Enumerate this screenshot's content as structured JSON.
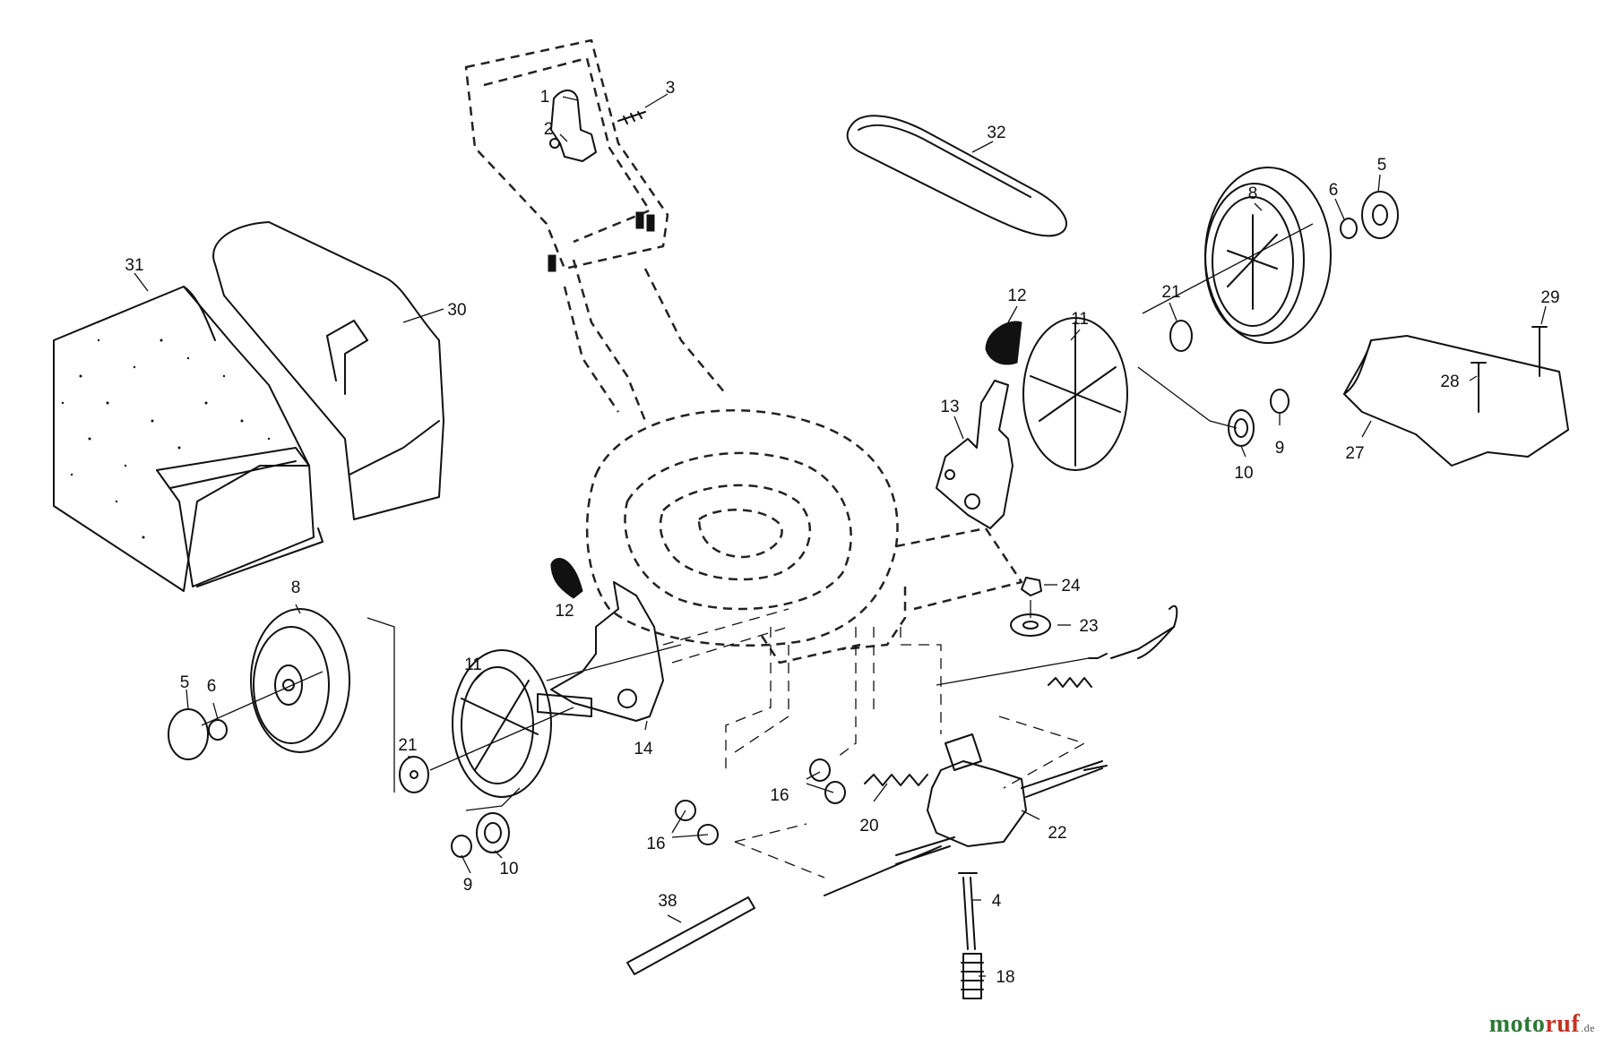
{
  "diagram": {
    "callouts": [
      {
        "id": "c1",
        "text": "1"
      },
      {
        "id": "c2",
        "text": "2"
      },
      {
        "id": "c3",
        "text": "3"
      },
      {
        "id": "c32",
        "text": "32"
      },
      {
        "id": "c5a",
        "text": "5"
      },
      {
        "id": "c8a",
        "text": "8"
      },
      {
        "id": "c6a",
        "text": "6"
      },
      {
        "id": "c31",
        "text": "31"
      },
      {
        "id": "c30",
        "text": "30"
      },
      {
        "id": "c12a",
        "text": "12"
      },
      {
        "id": "c11a",
        "text": "11"
      },
      {
        "id": "c21a",
        "text": "21"
      },
      {
        "id": "c29",
        "text": "29"
      },
      {
        "id": "c13",
        "text": "13"
      },
      {
        "id": "c28",
        "text": "28"
      },
      {
        "id": "c9a",
        "text": "9"
      },
      {
        "id": "c10a",
        "text": "10"
      },
      {
        "id": "c27",
        "text": "27"
      },
      {
        "id": "c24",
        "text": "24"
      },
      {
        "id": "c12b",
        "text": "12"
      },
      {
        "id": "c23",
        "text": "23"
      },
      {
        "id": "c8b",
        "text": "8"
      },
      {
        "id": "c11b",
        "text": "11"
      },
      {
        "id": "c5b",
        "text": "5"
      },
      {
        "id": "c6b",
        "text": "6"
      },
      {
        "id": "c14",
        "text": "14"
      },
      {
        "id": "c21b",
        "text": "21"
      },
      {
        "id": "c16a",
        "text": "16"
      },
      {
        "id": "c20",
        "text": "20"
      },
      {
        "id": "c22",
        "text": "22"
      },
      {
        "id": "c16b",
        "text": "16"
      },
      {
        "id": "c9b",
        "text": "9"
      },
      {
        "id": "c10b",
        "text": "10"
      },
      {
        "id": "c38",
        "text": "38"
      },
      {
        "id": "c4",
        "text": "4"
      },
      {
        "id": "c18",
        "text": "18"
      }
    ]
  },
  "watermark": {
    "part_a": "moto",
    "part_b": "ruf",
    "tld": ".de"
  },
  "colors": {
    "line": "#111111",
    "background": "#ffffff",
    "watermark_green": "#2c7a35",
    "watermark_red": "#c8331f"
  }
}
